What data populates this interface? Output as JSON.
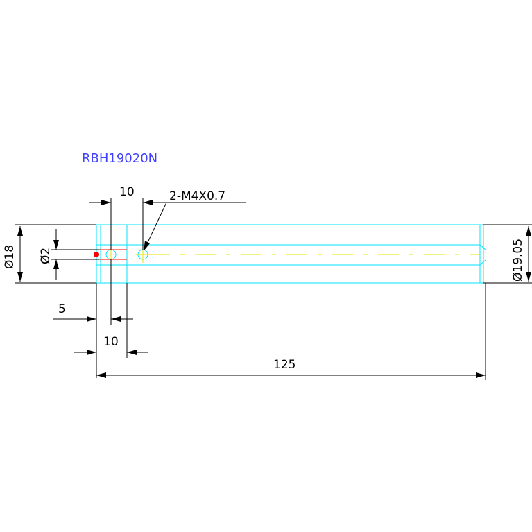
{
  "part_number": "RBH19020N",
  "callout": "2-M4X0.7",
  "dimensions": {
    "dia_outer": "Ø18",
    "dia_hole": "Ø2",
    "dia_end": "Ø19.05",
    "hole_spacing_top": "10",
    "hole_spacing_bottom": "10",
    "edge_offset": "5",
    "overall_length": "125"
  },
  "colors": {
    "background": "#ffffff",
    "outline": "#00e5ff",
    "centerline": "#e6e600",
    "dimension": "#000000",
    "title": "#4040ff",
    "marker": "#ff0000"
  }
}
